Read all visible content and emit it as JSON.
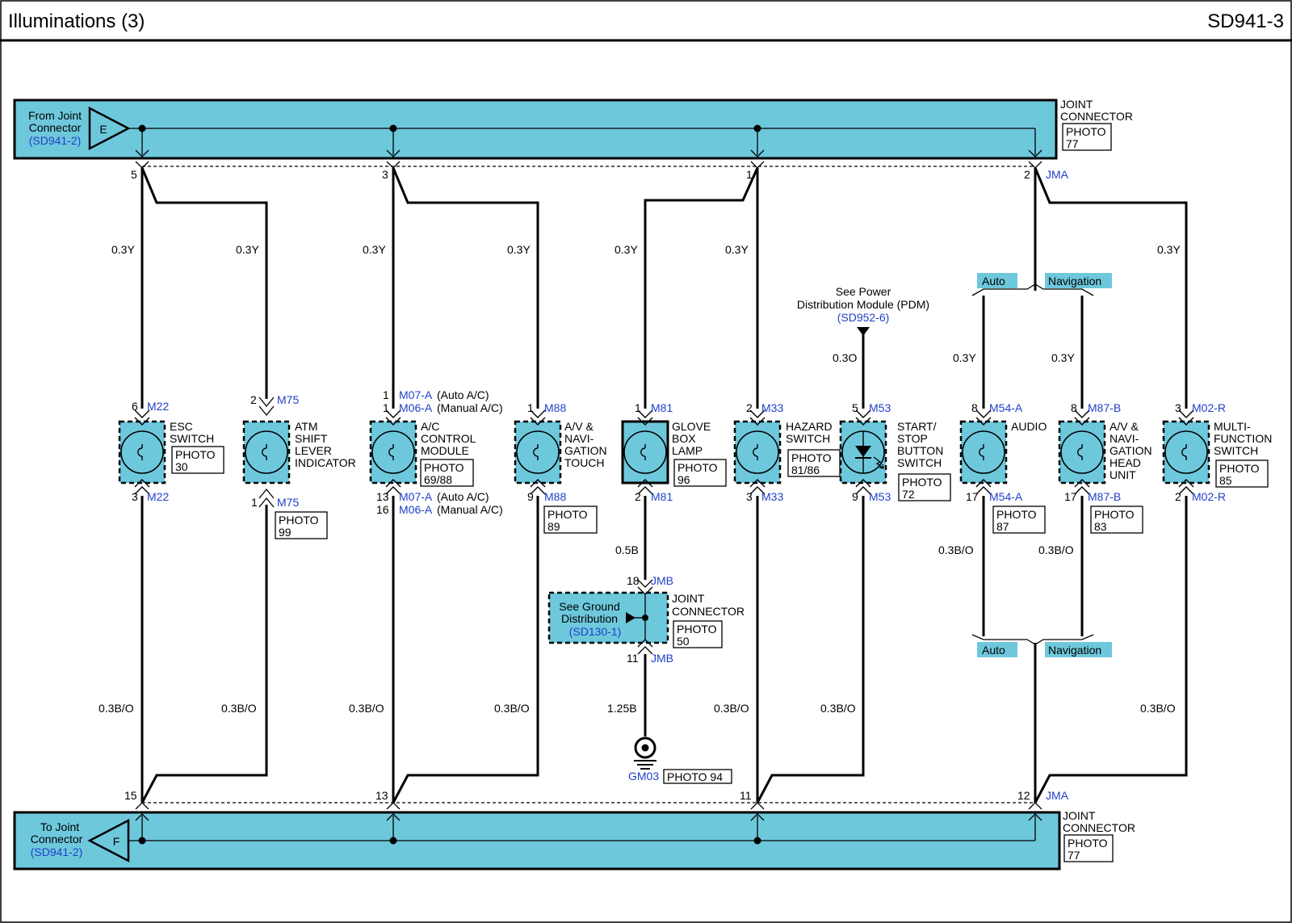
{
  "header": {
    "title": "Illuminations (3)",
    "code": "SD941-3"
  },
  "top_bus": {
    "from": [
      "From Joint",
      "Connector"
    ],
    "from_ref": "(SD941-2)",
    "letter": "E",
    "connector": [
      "JOINT",
      "CONNECTOR"
    ],
    "photo": [
      "PHOTO",
      "77"
    ],
    "jma": "JMA",
    "pins": [
      "5",
      "3",
      "1",
      "2"
    ]
  },
  "bottom_bus": {
    "to": [
      "To Joint",
      "Connector"
    ],
    "to_ref": "(SD941-2)",
    "letter": "F",
    "connector": [
      "JOINT",
      "CONNECTOR"
    ],
    "photo": [
      "PHOTO",
      "77"
    ],
    "jma": "JMA",
    "pins": [
      "15",
      "13",
      "11",
      "12"
    ]
  },
  "wires": {
    "w03y": "0.3Y",
    "w03b_o": "0.3B/O",
    "w05b": "0.5B",
    "w125b": "1.25B",
    "w03o": "0.3O"
  },
  "components": {
    "esc": {
      "name": [
        "ESC",
        "SWITCH"
      ],
      "photo": [
        "PHOTO",
        "30"
      ],
      "top_pin": "6",
      "top_conn": "M22",
      "bot_pin": "3",
      "bot_conn": "M22"
    },
    "atm": {
      "name": [
        "ATM",
        "SHIFT",
        "LEVER",
        "INDICATOR"
      ],
      "photo": [
        "PHOTO",
        "99"
      ],
      "top_pin": "2",
      "top_conn": "M75",
      "bot_pin": "1",
      "bot_conn": "M75"
    },
    "ac": {
      "name": [
        "A/C",
        "CONTROL",
        "MODULE"
      ],
      "photo": [
        "PHOTO",
        "69/88"
      ],
      "top_pins": [
        "1",
        "1"
      ],
      "top_conns": [
        "M07-A",
        "M06-A"
      ],
      "top_notes": [
        "(Auto A/C)",
        "(Manual A/C)"
      ],
      "bot_pins": [
        "13",
        "16"
      ],
      "bot_conns": [
        "M07-A",
        "M06-A"
      ],
      "bot_notes": [
        "(Auto A/C)",
        "(Manual A/C)"
      ]
    },
    "av_touch": {
      "name": [
        "A/V &",
        "NAVI-",
        "GATION",
        "TOUCH"
      ],
      "photo": [
        "PHOTO",
        "89"
      ],
      "top_pin": "1",
      "top_conn": "M88",
      "bot_pin": "9",
      "bot_conn": "M88"
    },
    "glove": {
      "name": [
        "GLOVE",
        "BOX",
        "LAMP"
      ],
      "photo": [
        "PHOTO",
        "96"
      ],
      "top_pin": "1",
      "top_conn": "M81",
      "bot_pin": "2",
      "bot_conn": "M81"
    },
    "hazard": {
      "name": [
        "HAZARD",
        "SWITCH"
      ],
      "photo": [
        "PHOTO",
        "81/86"
      ],
      "top_pin": "2",
      "top_conn": "M33",
      "bot_pin": "3",
      "bot_conn": "M33"
    },
    "start": {
      "name": [
        "START/",
        "STOP",
        "BUTTON",
        "SWITCH"
      ],
      "photo": [
        "PHOTO",
        "72"
      ],
      "top_pin": "5",
      "top_conn": "M53",
      "bot_pin": "9",
      "bot_conn": "M53"
    },
    "audio": {
      "name": [
        "AUDIO"
      ],
      "photo": [
        "PHOTO",
        "87"
      ],
      "top_pin": "8",
      "top_conn": "M54-A",
      "bot_pin": "17",
      "bot_conn": "M54-A"
    },
    "av_head": {
      "name": [
        "A/V &",
        "NAVI-",
        "GATION",
        "HEAD",
        "UNIT"
      ],
      "photo": [
        "PHOTO",
        "83"
      ],
      "top_pin": "8",
      "top_conn": "M87-B",
      "bot_pin": "17",
      "bot_conn": "M87-B"
    },
    "mfs": {
      "name": [
        "MULTI-",
        "FUNCTION",
        "SWITCH"
      ],
      "photo": [
        "PHOTO",
        "85"
      ],
      "top_pin": "3",
      "top_conn": "M02-R",
      "bot_pin": "2",
      "bot_conn": "M02-R"
    }
  },
  "pdm": {
    "text": [
      "See Power",
      "Distribution Module (PDM)"
    ],
    "ref": "(SD952-6)"
  },
  "jmb": {
    "top_pin": "18",
    "top_conn": "JMB",
    "bot_pin": "11",
    "bot_conn": "JMB",
    "ground_text": [
      "See Ground",
      "Distribution"
    ],
    "ground_ref": "(SD130-1)",
    "connector": [
      "JOINT",
      "CONNECTOR"
    ],
    "photo": [
      "PHOTO",
      "50"
    ]
  },
  "ground": {
    "id": "GM03",
    "photo": "PHOTO 94"
  },
  "options": {
    "auto": "Auto",
    "navigation": "Navigation"
  }
}
